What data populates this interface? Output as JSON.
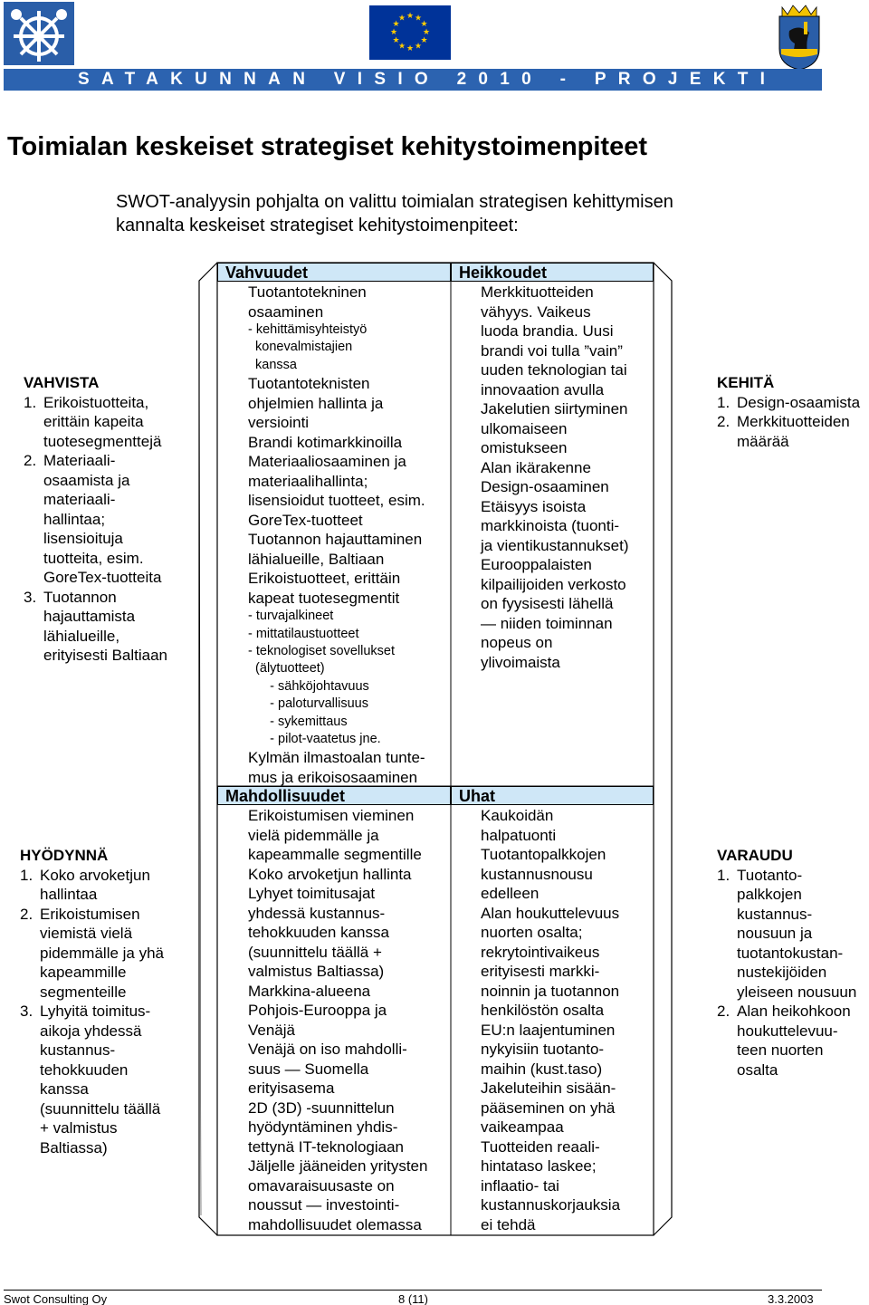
{
  "banner": "SATAKUNNAN VISIO 2010 - PROJEKTI",
  "title": "Toimialan keskeiset strategiset kehitystoimenpiteet",
  "intro": {
    "line1": "SWOT-analyysin pohjalta on valittu toimialan strategisen kehittymisen",
    "line2": "kannalta keskeiset strategiset kehitystoimenpiteet:"
  },
  "left_top": {
    "heading": "VAHVISTA",
    "items": [
      {
        "n": "1.",
        "lines": [
          "Erikoistuotteita,",
          "erittäin kapeita",
          "tuotesegmenttejä"
        ]
      },
      {
        "n": "2.",
        "lines": [
          "Materiaali-",
          "osaamista ja",
          "materiaali-",
          "hallintaa;",
          "lisensioituja",
          "tuotteita, esim.",
          "GoreTex-tuotteita"
        ]
      },
      {
        "n": "3.",
        "lines": [
          "Tuotannon",
          "hajauttamista",
          "lähialueille,",
          "erityisesti Baltiaan"
        ]
      }
    ]
  },
  "left_bottom": {
    "heading": "HYÖDYNNÄ",
    "items": [
      {
        "n": "1.",
        "lines": [
          "Koko arvoketjun",
          "hallintaa"
        ]
      },
      {
        "n": "2.",
        "lines": [
          "Erikoistumisen",
          "viemistä vielä",
          "pidemmälle ja yhä",
          "kapeammille",
          "segmenteille"
        ]
      },
      {
        "n": "3.",
        "lines": [
          "Lyhyitä toimitus-",
          "aikoja yhdessä",
          "kustannus-",
          "tehokkuuden",
          "kanssa",
          "(suunnittelu täällä",
          "+ valmistus",
          "Baltiassa)"
        ]
      }
    ]
  },
  "right_top": {
    "heading": "KEHITÄ",
    "items": [
      {
        "n": "1.",
        "lines": [
          "Design-osaamista"
        ]
      },
      {
        "n": "2.",
        "lines": [
          "Merkkituotteiden",
          "määrää"
        ]
      }
    ]
  },
  "right_bottom": {
    "heading": "VARAUDU",
    "items": [
      {
        "n": "1.",
        "lines": [
          "Tuotanto-",
          "palkkojen",
          "kustannus-",
          "nousuun ja",
          "tuotantokustan-",
          "nustekijöiden",
          "yleiseen nousuun"
        ]
      },
      {
        "n": "2.",
        "lines": [
          "Alan heikohkoon",
          "houkuttelevuu-",
          "teen nuorten",
          "osalta"
        ]
      }
    ]
  },
  "swot": {
    "strengths": {
      "heading": "Vahvuudet",
      "lines": [
        {
          "t": "Tuotantotekninen"
        },
        {
          "t": "osaaminen"
        },
        {
          "t": "- kehittämisyhteistyö",
          "small": true
        },
        {
          "t": "  konevalmistajien",
          "small": true
        },
        {
          "t": "  kanssa",
          "small": true
        },
        {
          "t": "Tuotantoteknisten"
        },
        {
          "t": "ohjelmien hallinta ja"
        },
        {
          "t": "versiointi"
        },
        {
          "t": "Brandi kotimarkkinoilla"
        },
        {
          "t": "Materiaaliosaaminen ja"
        },
        {
          "t": "materiaalihallinta;"
        },
        {
          "t": "lisensioidut tuotteet, esim."
        },
        {
          "t": "GoreTex-tuotteet"
        },
        {
          "t": "Tuotannon hajauttaminen"
        },
        {
          "t": "lähialueille, Baltiaan"
        },
        {
          "t": "Erikoistuotteet, erittäin"
        },
        {
          "t": "kapeat tuotesegmentit"
        },
        {
          "t": "- turvajalkineet",
          "small": true
        },
        {
          "t": "- mittatilaustuotteet",
          "small": true
        },
        {
          "t": "- teknologiset sovellukset",
          "small": true
        },
        {
          "t": "  (älytuotteet)",
          "small": true
        },
        {
          "t": "      - sähköjohtavuus",
          "small": true
        },
        {
          "t": "      - paloturvallisuus",
          "small": true
        },
        {
          "t": "      - sykemittaus",
          "small": true
        },
        {
          "t": "      - pilot-vaatetus jne.",
          "small": true
        },
        {
          "t": "Kylmän ilmastoalan tunte-"
        },
        {
          "t": "mus ja erikoisosaaminen"
        }
      ]
    },
    "weaknesses": {
      "heading": "Heikkoudet",
      "lines": [
        "Merkkituotteiden",
        "vähyys. Vaikeus",
        "luoda brandia. Uusi",
        "brandi voi tulla ”vain”",
        "uuden teknologian tai",
        "innovaation avulla",
        "Jakelutien siirtyminen",
        "ulkomaiseen",
        "omistukseen",
        "Alan ikärakenne",
        "Design-osaaminen",
        "Etäisyys isoista",
        "markkinoista (tuonti-",
        "ja vientikustannukset)",
        "Eurooppalaisten",
        "kilpailijoiden verkosto",
        "on fyysisesti lähellä",
        "— niiden toiminnan",
        "nopeus on",
        "ylivoimaista"
      ]
    },
    "opportunities": {
      "heading": "Mahdollisuudet",
      "lines": [
        "Erikoistumisen vieminen",
        "vielä pidemmälle ja",
        "kapeammalle segmentille",
        "Koko arvoketjun hallinta",
        "Lyhyet toimitusajat",
        "yhdessä kustannus-",
        "tehokkuuden kanssa",
        "(suunnittelu täällä +",
        "valmistus Baltiassa)",
        "Markkina-alueena",
        "Pohjois-Eurooppa ja",
        "Venäjä",
        "Venäjä on iso mahdolli-",
        "suus — Suomella",
        "erityisasema",
        "2D (3D) -suunnittelun",
        "hyödyntäminen yhdis-",
        "tettynä IT-teknologiaan",
        "Jäljelle jääneiden yritysten",
        "omavaraisuusaste on",
        "noussut — investointi-",
        "mahdollisuudet olemassa"
      ]
    },
    "threats": {
      "heading": "Uhat",
      "lines": [
        "Kaukoidän",
        "halpatuonti",
        "Tuotantopalkkojen",
        "kustannusnousu",
        "edelleen",
        "Alan houkuttelevuus",
        "nuorten osalta;",
        "rekrytointivaikeus",
        "erityisesti markki-",
        "noinnin ja tuotannon",
        "henkilöstön osalta",
        "EU:n laajentuminen",
        "nykyisiin tuotanto-",
        "maihin (kust.taso)",
        "Jakeluteihin sisään-",
        "pääseminen on yhä",
        "vaikeampaa",
        "Tuotteiden reaali-",
        "hintataso laskee;",
        "inflaatio- tai",
        "kustannuskorjauksia",
        "ei tehdä"
      ]
    }
  },
  "footer": {
    "left": "Swot Consulting Oy",
    "center": "8 (11)",
    "right": "3.3.2003"
  },
  "colors": {
    "banner": "#2c63b0",
    "quadrant_header": "#cfe7f7",
    "eu_blue": "#003399",
    "eu_star": "#ffcc00"
  }
}
